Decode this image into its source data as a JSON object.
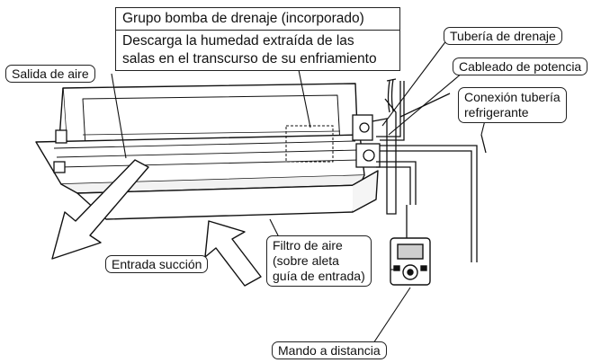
{
  "labels": {
    "drain_pump_title": "Grupo bomba de drenaje (incorporado)",
    "drain_pump_desc": "Descarga la humedad extraída de las\nsalas en el transcurso de su enfriamiento",
    "air_outlet": "Salida de aire",
    "drain_pipe": "Tubería de drenaje",
    "power_wiring": "Cableado de potencia",
    "refrigerant_pipe": "Conexión tubería\nrefrigerante",
    "suction_inlet": "Entrada succión",
    "air_filter": "Filtro de aire\n(sobre aleta\nguía de entrada)",
    "remote_control": "Mando a distancia"
  },
  "colors": {
    "line": "#111111",
    "unit_fill": "#ffffff",
    "shade": "#d9d9d9",
    "remote_screen": "#cfcfcf"
  }
}
